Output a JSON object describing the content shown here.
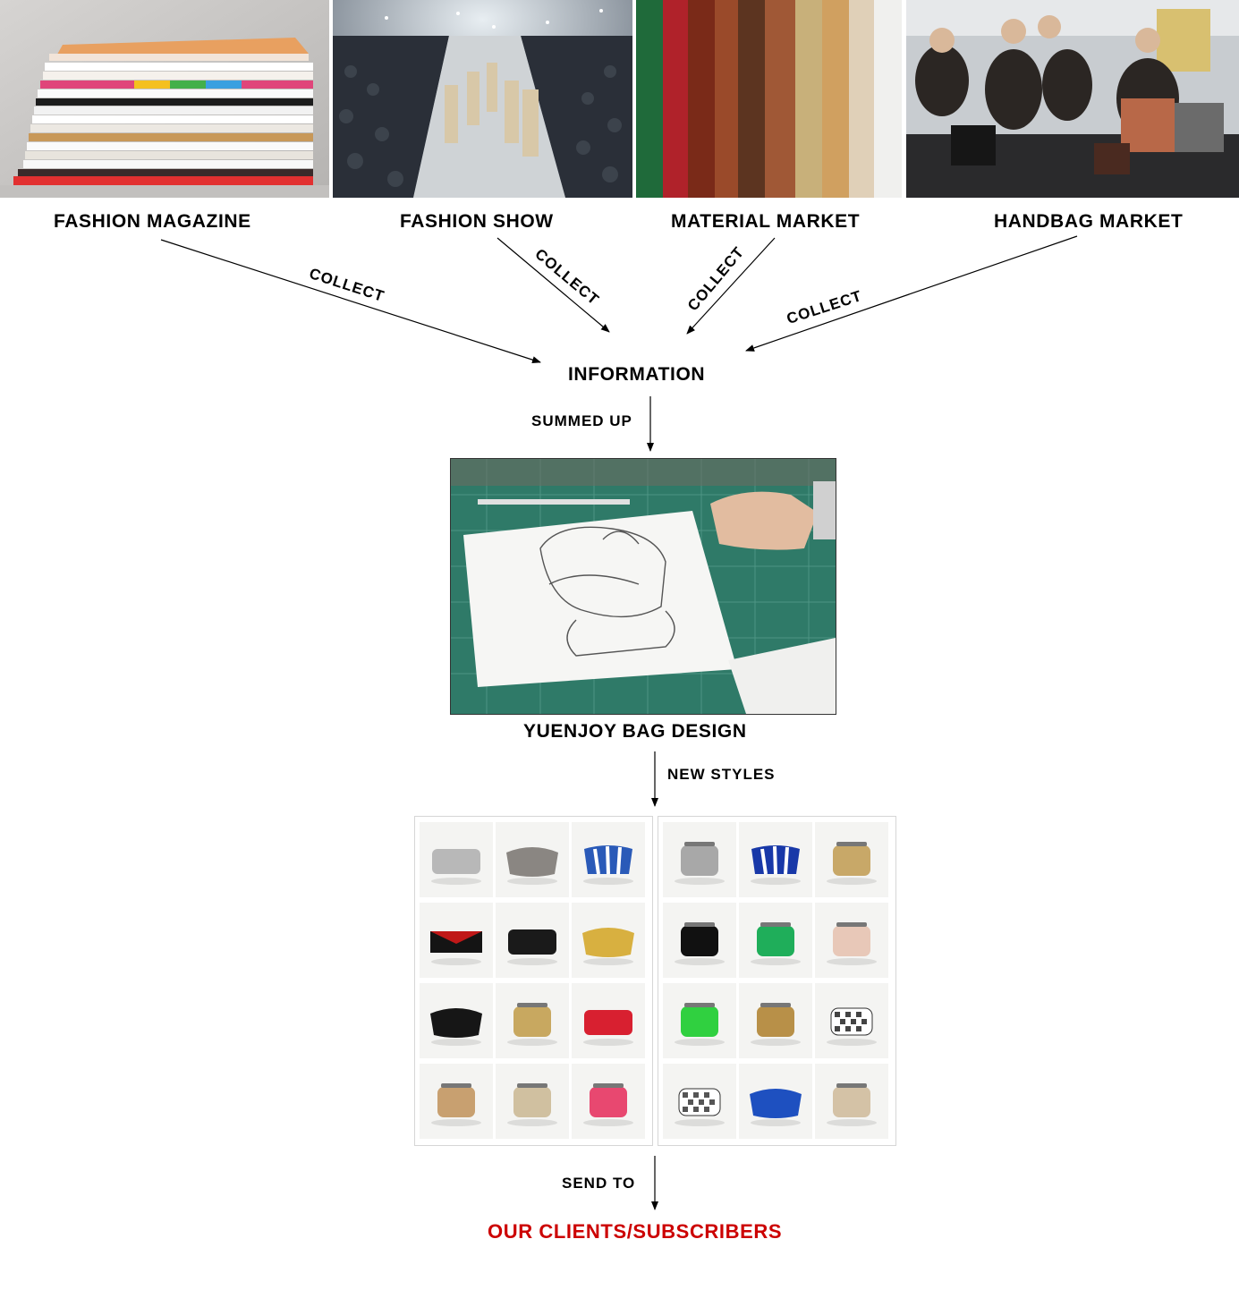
{
  "sources": [
    {
      "label": "FASHION MAGAZINE",
      "icon": "magazine-stack-photo"
    },
    {
      "label": "FASHION SHOW",
      "icon": "runway-photo"
    },
    {
      "label": "MATERIAL MARKET",
      "icon": "leather-rolls-photo"
    },
    {
      "label": "HANDBAG MARKET",
      "icon": "handbag-shoppers-photo"
    }
  ],
  "collect_label": "COLLECT",
  "information_label": "INFORMATION",
  "summed_up_label": "SUMMED UP",
  "design_label": "YUENJOY BAG DESIGN",
  "new_styles_label": "NEW STYLES",
  "send_to_label": "SEND TO",
  "clients_label": "OUR CLIENTS/SUBSCRIBERS",
  "colors": {
    "text": "#000000",
    "clients": "#cc0000",
    "cutting_mat": "#2f7a68",
    "panel_border": "#d6d6d6"
  },
  "bag_grid_left": [
    "silver-crystal-clutch",
    "grey-pleated-clutch",
    "blue-striped-clutch",
    "red-black-envelope-clutch",
    "black-bow-clutch",
    "gold-pleated-clutch",
    "black-crescent-clutch",
    "gold-glitter-box-clutch",
    "red-pleated-clutch",
    "wicker-clutch",
    "champagne-minaudiere",
    "pink-acrylic-box-clutch"
  ],
  "bag_grid_right": [
    "silver-mosaic-box-bag",
    "blue-zigzag-clutch",
    "gold-beaded-minaudiere",
    "black-acrylic-box-bag",
    "green-crystal-box-bag",
    "rose-gold-cage-bag",
    "green-box-clutch",
    "gold-knuckle-clutch",
    "houndstooth-clutch",
    "houndstooth-knuckle-clutch",
    "blue-jeweled-clutch",
    "champagne-box-clutch"
  ]
}
